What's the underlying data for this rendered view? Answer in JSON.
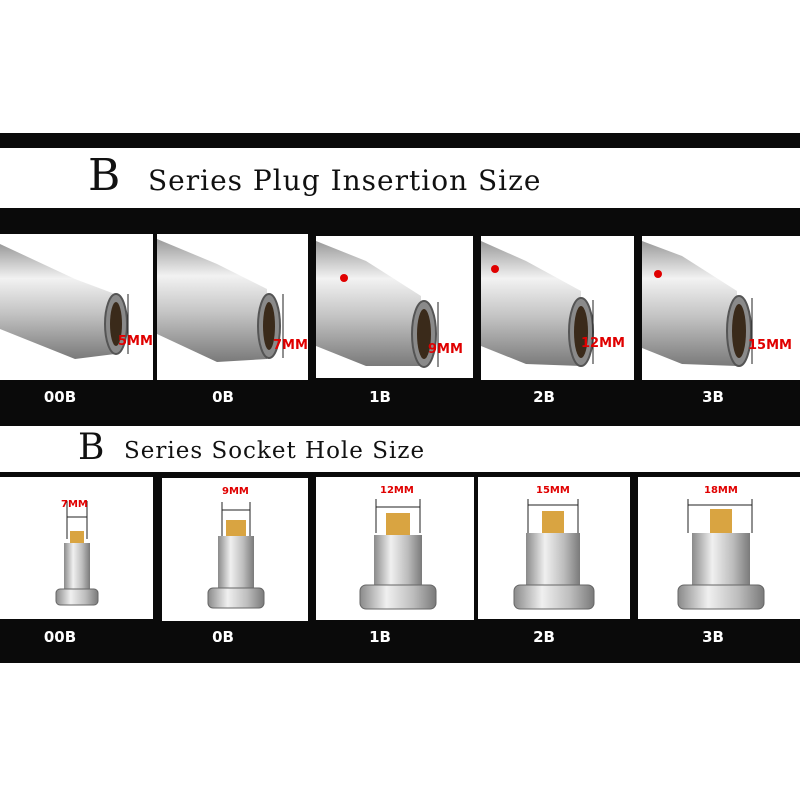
{
  "plug_section": {
    "title_letter": "B",
    "title_rest": "Series Plug Insertion Size",
    "items": [
      {
        "model": "00B",
        "size": "5MM"
      },
      {
        "model": "0B",
        "size": "7MM"
      },
      {
        "model": "1B",
        "size": "9MM"
      },
      {
        "model": "2B",
        "size": "12MM"
      },
      {
        "model": "3B",
        "size": "15MM"
      }
    ]
  },
  "socket_section": {
    "title_letter": "B",
    "title_rest": "Series Socket Hole Size",
    "items": [
      {
        "model": "00B",
        "size": "7MM"
      },
      {
        "model": "0B",
        "size": "9MM"
      },
      {
        "model": "1B",
        "size": "12MM"
      },
      {
        "model": "2B",
        "size": "15MM"
      },
      {
        "model": "3B",
        "size": "18MM"
      }
    ]
  },
  "colors": {
    "background": "#0a0a0a",
    "dimension_text": "#e00000",
    "metal": "#c8c8c8"
  }
}
